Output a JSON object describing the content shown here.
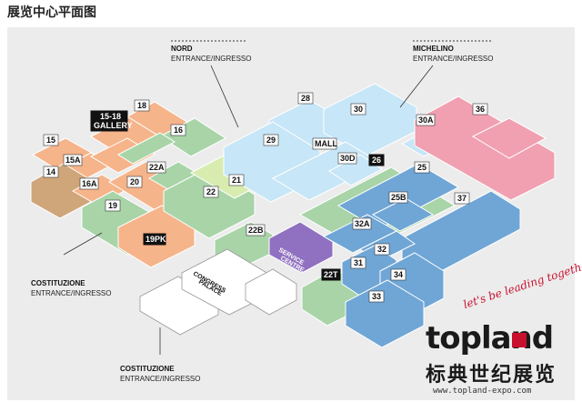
{
  "title": "展览中心平面图",
  "entrances": {
    "nord": {
      "name": "NORD",
      "sub": "ENTRANCE/INGRESSO"
    },
    "michelino": {
      "name": "MICHELINO",
      "sub": "ENTRANCE/INGRESSO"
    },
    "costituzione_left": {
      "name": "COSTITUZIONE",
      "sub": "ENTRANCE/INGRESSO"
    },
    "costituzione_bottom": {
      "name": "COSTITUZIONE",
      "sub": "ENTRANCE/INGRESSO"
    }
  },
  "halls": {
    "h15": "15",
    "h15a": "15A",
    "h14": "14",
    "h16a": "16A",
    "h1518": "15-18",
    "gallery": "GALLERY",
    "h18": "18",
    "h16": "16",
    "h22a": "22A",
    "h20": "20",
    "h19": "19",
    "h19pk": "19PK",
    "h22": "22",
    "h21": "21",
    "h22b": "22B",
    "service1": "SERVICE",
    "service2": "CENTRE",
    "congress1": "CONGRESS",
    "congress2": "PALACE",
    "h28": "28",
    "h29": "29",
    "h30": "30",
    "mall": "MALL",
    "h30d": "30D",
    "h26": "26",
    "h30a": "30A",
    "h36": "36",
    "h25": "25",
    "h37": "37",
    "h25b": "25B",
    "h32a": "32A",
    "h32": "32",
    "h31": "31",
    "h34": "34",
    "h22t": "22T",
    "h33": "33"
  },
  "zone_colors": {
    "orange": "#f6b48a",
    "tan": "#cfa57a",
    "green": "#a8d4a8",
    "light_green": "#d8ecb0",
    "light_blue": "#c7e6f7",
    "blue": "#6fa6d6",
    "pink": "#f0a0b0",
    "purple": "#9070c0"
  },
  "watermark": {
    "slogan": "let's be leading together",
    "brand": "topland",
    "cn": "标典世纪展览",
    "url": "www.topland-expo.com"
  }
}
